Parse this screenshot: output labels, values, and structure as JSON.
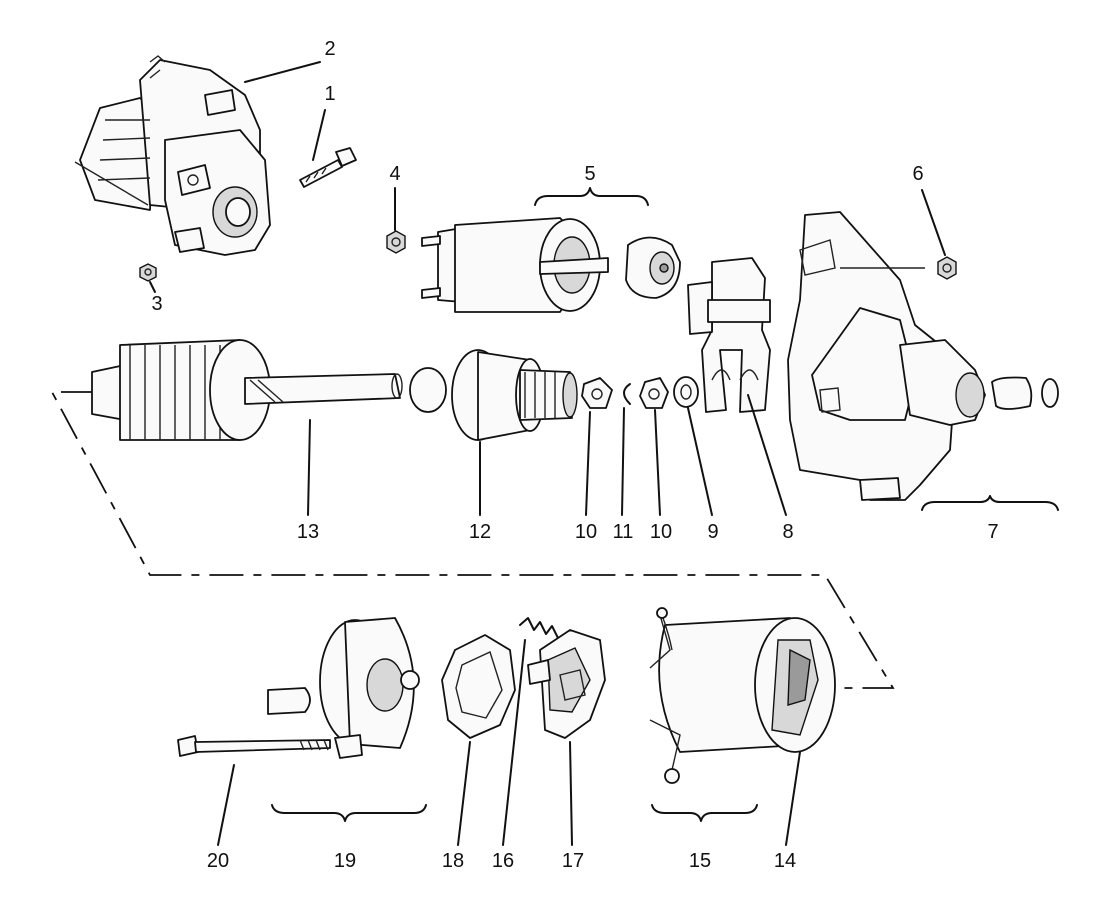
{
  "callouts": [
    {
      "id": "1",
      "text": "1"
    },
    {
      "id": "2",
      "text": "2"
    },
    {
      "id": "3",
      "text": "3"
    },
    {
      "id": "4",
      "text": "4"
    },
    {
      "id": "5",
      "text": "5"
    },
    {
      "id": "6",
      "text": "6"
    },
    {
      "id": "7",
      "text": "7"
    },
    {
      "id": "8",
      "text": "8"
    },
    {
      "id": "9",
      "text": "9"
    },
    {
      "id": "10a",
      "text": "10"
    },
    {
      "id": "11",
      "text": "11"
    },
    {
      "id": "10b",
      "text": "10"
    },
    {
      "id": "12",
      "text": "12"
    },
    {
      "id": "13",
      "text": "13"
    },
    {
      "id": "14",
      "text": "14"
    },
    {
      "id": "15",
      "text": "15"
    },
    {
      "id": "16",
      "text": "16"
    },
    {
      "id": "17",
      "text": "17"
    },
    {
      "id": "18",
      "text": "18"
    },
    {
      "id": "19",
      "text": "19"
    },
    {
      "id": "20",
      "text": "20"
    }
  ]
}
